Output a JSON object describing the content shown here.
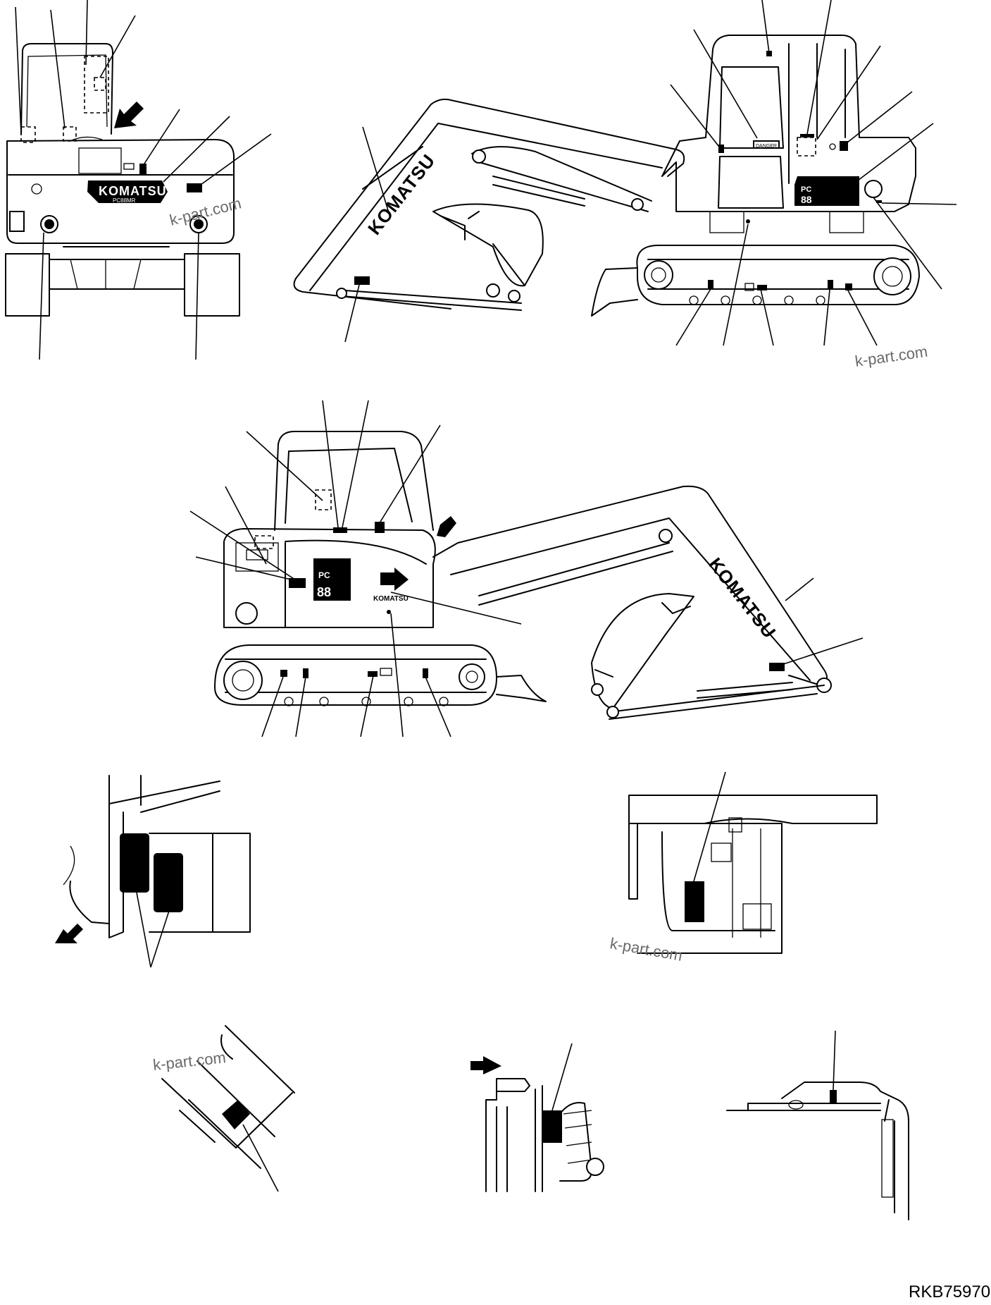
{
  "drawing": {
    "code": "RKB75970",
    "watermark": "k-part.com",
    "brand_logo": "KOMATSU",
    "rear_model_label": "PC88MR",
    "side_model_prefix": "PC",
    "side_model_number": "88",
    "cab_decal": "DANGER"
  },
  "colors": {
    "ink": "#000000",
    "paper": "#ffffff",
    "watermark": "#6a6a6a"
  }
}
